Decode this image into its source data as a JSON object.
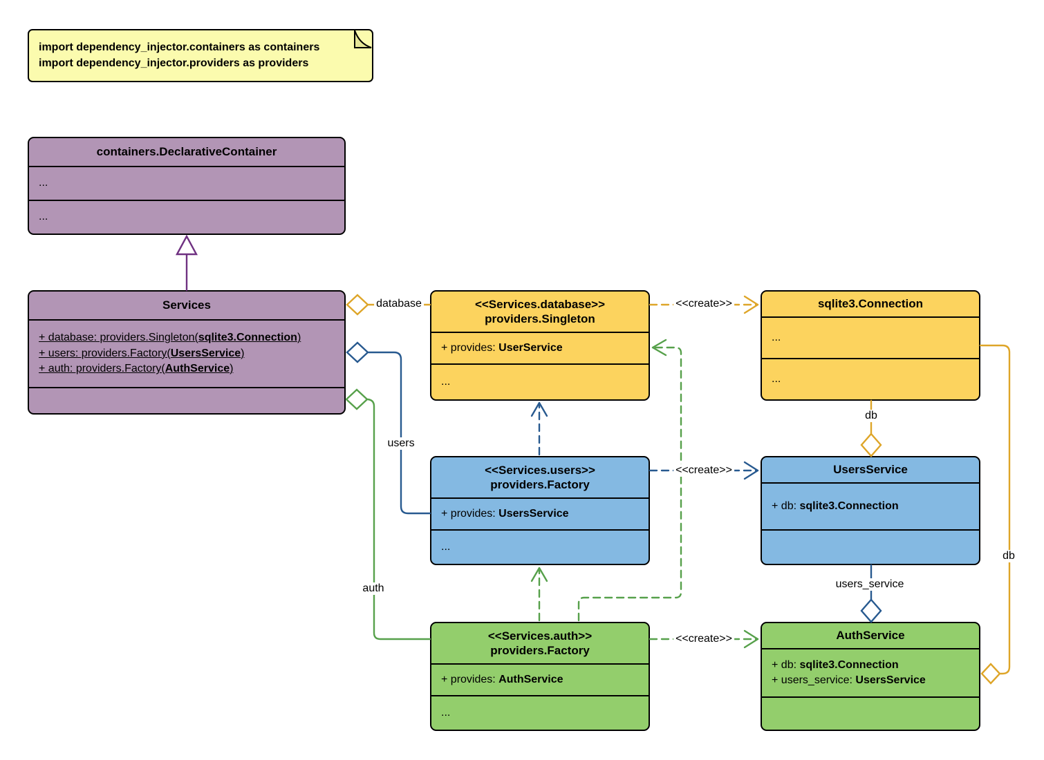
{
  "note": {
    "line1": "import dependency_injector.containers as containers",
    "line2": "import dependency_injector.providers as providers"
  },
  "classes": {
    "declarative_container": {
      "title": "containers.DeclarativeContainer",
      "row1": "...",
      "row2": "..."
    },
    "services": {
      "title": "Services",
      "attrs": [
        {
          "prefix": "+ database: providers.Singleton(",
          "bold": "sqlite3.Connection",
          "suffix": ")"
        },
        {
          "prefix": "+ users: providers.Factory(",
          "bold": "UsersService",
          "suffix": ")"
        },
        {
          "prefix": "+ auth: providers.Factory(",
          "bold": "AuthService",
          "suffix": ")"
        }
      ]
    },
    "database_singleton": {
      "stereotype": "<<Services.database>>",
      "name": "providers.Singleton",
      "provides": {
        "prefix": "+ provides: ",
        "bold": "UserService"
      },
      "more": "..."
    },
    "sqlite_connection": {
      "title": "sqlite3.Connection",
      "row1": "...",
      "row2": "..."
    },
    "users_factory": {
      "stereotype": "<<Services.users>>",
      "name": "providers.Factory",
      "provides": {
        "prefix": "+ provides: ",
        "bold": "UsersService"
      },
      "more": "..."
    },
    "users_service": {
      "title": "UsersService",
      "attr": {
        "prefix": "+ db: ",
        "bold": "sqlite3.Connection"
      }
    },
    "auth_factory": {
      "stereotype": "<<Services.auth>>",
      "name": "providers.Factory",
      "provides": {
        "prefix": "+ provides: ",
        "bold": "AuthService"
      },
      "more": "..."
    },
    "auth_service": {
      "title": "AuthService",
      "attrs": [
        {
          "prefix": "+ db: ",
          "bold": "sqlite3.Connection"
        },
        {
          "prefix": "+ users_service: ",
          "bold": "UsersService"
        }
      ]
    }
  },
  "edges": {
    "database": "database",
    "users": "users",
    "auth": "auth",
    "create_database": "<<create>>",
    "create_users": "<<create>>",
    "create_auth": "<<create>>",
    "db_users": "db",
    "users_service": "users_service",
    "db_auth": "db"
  },
  "colors": {
    "purple-fill": "#B295B5",
    "purple-edge": "#6F3181",
    "yellow-fill": "#FCD35E",
    "yellow-edge": "#DEA528",
    "blue-fill": "#84B9E2",
    "blue-edge": "#27598F",
    "green-fill": "#93CE6C",
    "green-edge": "#56A04A",
    "note-fill": "#FBFBAE"
  }
}
